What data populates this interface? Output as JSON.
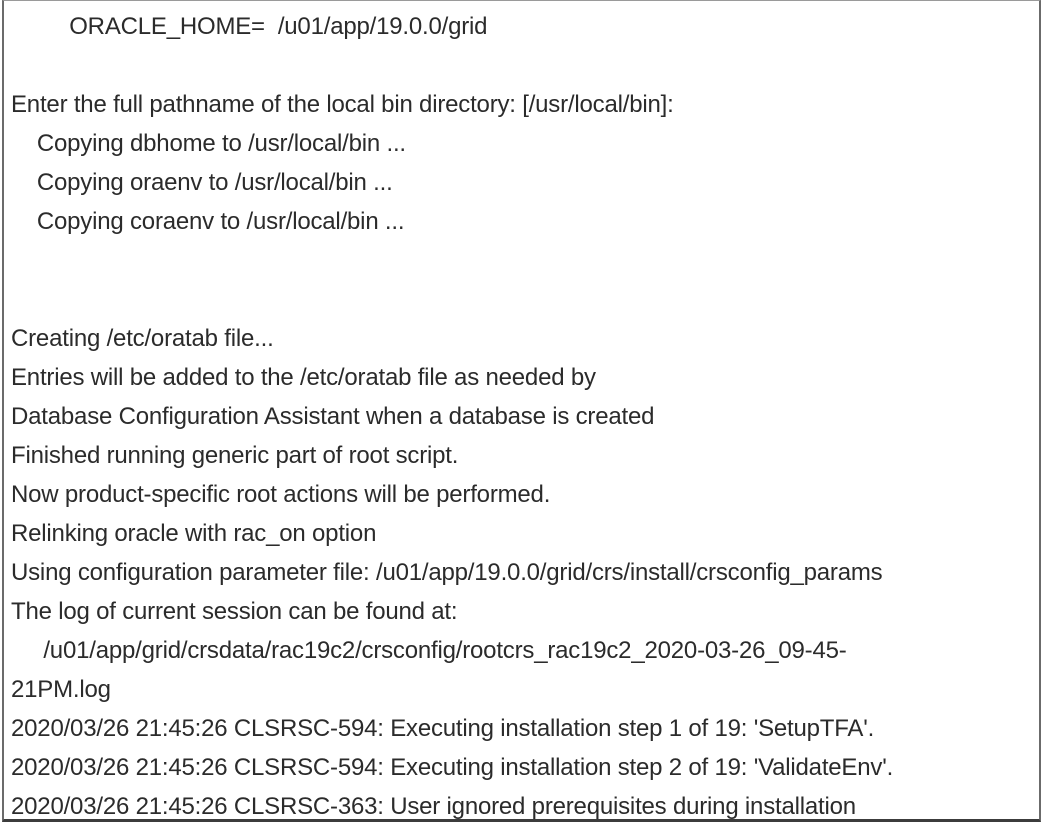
{
  "colors": {
    "background": "#ffffff",
    "text": "#2b2b2b",
    "border_sides": "#6b6b6b",
    "border_bottom": "#3c3c3c",
    "border_top": "#9a9a9a"
  },
  "console": {
    "lines": [
      "         ORACLE_HOME=  /u01/app/19.0.0/grid",
      "",
      "Enter the full pathname of the local bin directory: [/usr/local/bin]:",
      "    Copying dbhome to /usr/local/bin ...",
      "    Copying oraenv to /usr/local/bin ...",
      "    Copying coraenv to /usr/local/bin ...",
      "",
      "",
      "Creating /etc/oratab file...",
      "Entries will be added to the /etc/oratab file as needed by",
      "Database Configuration Assistant when a database is created",
      "Finished running generic part of root script.",
      "Now product-specific root actions will be performed.",
      "Relinking oracle with rac_on option",
      "Using configuration parameter file: /u01/app/19.0.0/grid/crs/install/crsconfig_params",
      "The log of current session can be found at:",
      "     /u01/app/grid/crsdata/rac19c2/crsconfig/rootcrs_rac19c2_2020-03-26_09-45-",
      "21PM.log",
      "2020/03/26 21:45:26 CLSRSC-594: Executing installation step 1 of 19: 'SetupTFA'.",
      "2020/03/26 21:45:26 CLSRSC-594: Executing installation step 2 of 19: 'ValidateEnv'.",
      "2020/03/26 21:45:26 CLSRSC-363: User ignored prerequisites during installation"
    ]
  }
}
